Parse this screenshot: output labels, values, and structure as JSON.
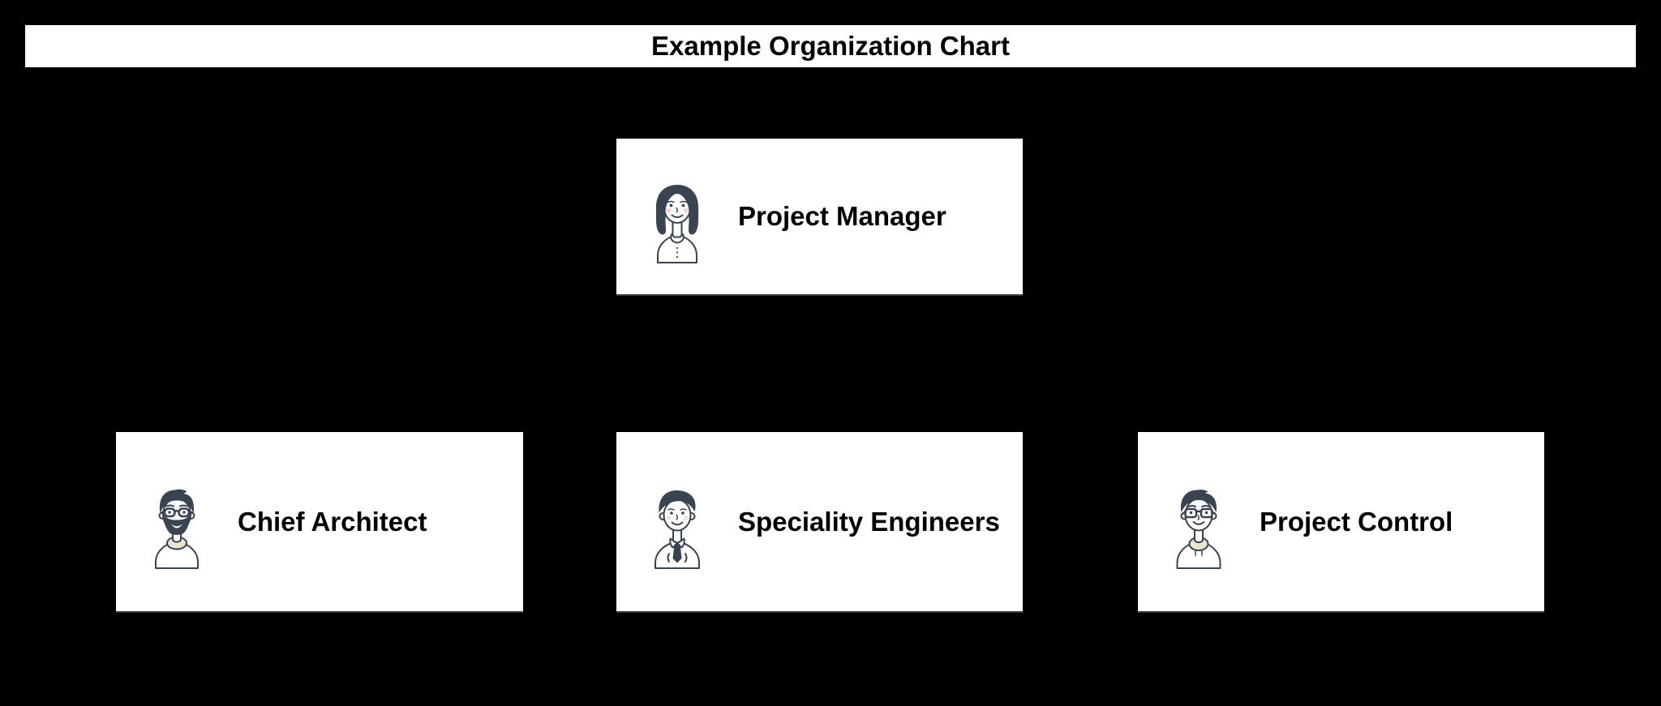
{
  "title_bar": {
    "text": "Example Organization Chart"
  },
  "nodes": [
    {
      "id": "project-manager",
      "label": "Project Manager",
      "avatar": "woman",
      "level": 1
    },
    {
      "id": "chief-architect",
      "label": "Chief Architect",
      "avatar": "man-beard-glasses",
      "level": 2
    },
    {
      "id": "speciality-engineers",
      "label": "Speciality Engineers",
      "avatar": "man-tie",
      "level": 2
    },
    {
      "id": "project-control",
      "label": "Project Control",
      "avatar": "man-glasses-hoodie",
      "level": 2
    }
  ],
  "colors": {
    "background": "#000000",
    "box_background": "#ffffff",
    "title_text": "#000000",
    "label_text": "#000000",
    "avatar_ink": "#3a4450",
    "blush_pink": "#f6d7d4",
    "blush_beige": "#efe7da",
    "hood_beige": "#ece4d2"
  }
}
